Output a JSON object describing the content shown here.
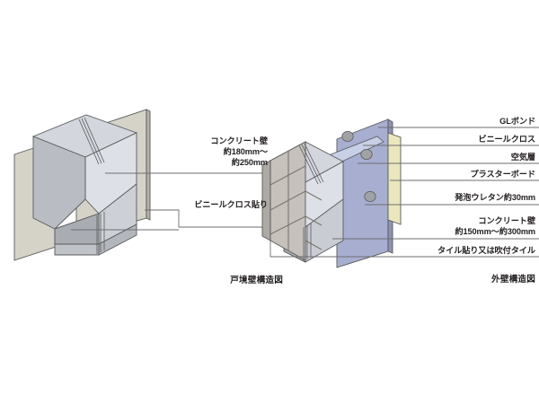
{
  "figure": {
    "background_color": "#ffffff",
    "line_color": "#6d6e71",
    "outline_color": "#58595b",
    "text_color": "#231f20"
  },
  "left_diagram": {
    "caption": "戸境壁構造図",
    "colors": {
      "vinyl_cloth_panel": "#d5d3c8",
      "concrete_top": "#cfd3da",
      "concrete_front": "#dce0e6",
      "concrete_side": "#b9bcc2",
      "concrete_base": "#a9acb2"
    },
    "labels": [
      {
        "id": "concrete-wall",
        "text": "コンクリート壁\n約180mm～\n約250mm",
        "lines": [
          "コンクリート壁",
          "約180mm～",
          "約250mm"
        ]
      },
      {
        "id": "vinyl-cloth-finish",
        "text": "ビニールクロス貼り",
        "lines": [
          "ビニールクロス貼り"
        ]
      }
    ]
  },
  "right_diagram": {
    "caption": "外壁構造図",
    "colors": {
      "gl_bond_dot": "#a0a2a5",
      "vinyl_cloth_panel": "#a8aed0",
      "air_layer": "#c7cfe4",
      "plaster_board": "#eae7bd",
      "urethane_foam": "#c4cdd8",
      "concrete_front": "#dce0e6",
      "concrete_top": "#cfd3da",
      "tile_face": "#c6c2bb",
      "tile_side": "#b4b0a9"
    },
    "labels": [
      {
        "id": "gl-bond",
        "text": "GLボンド",
        "lines": [
          "GLボンド"
        ]
      },
      {
        "id": "vinyl-cloth",
        "text": "ビニールクロス",
        "lines": [
          "ビニールクロス"
        ]
      },
      {
        "id": "air-layer",
        "text": "空気層",
        "lines": [
          "空気層"
        ]
      },
      {
        "id": "plaster-board",
        "text": "プラスターボード",
        "lines": [
          "プラスターボード"
        ]
      },
      {
        "id": "urethane-foam",
        "text": "発泡ウレタン約30mm",
        "lines": [
          "発泡ウレタン約30mm"
        ]
      },
      {
        "id": "concrete-wall",
        "text": "コンクリート壁\n約150mm～約300mm",
        "lines": [
          "コンクリート壁",
          "約150mm～約300mm"
        ]
      },
      {
        "id": "tile-finish",
        "text": "タイル貼り又は吹付タイル",
        "lines": [
          "タイル貼り又は吹付タイル"
        ]
      }
    ]
  }
}
